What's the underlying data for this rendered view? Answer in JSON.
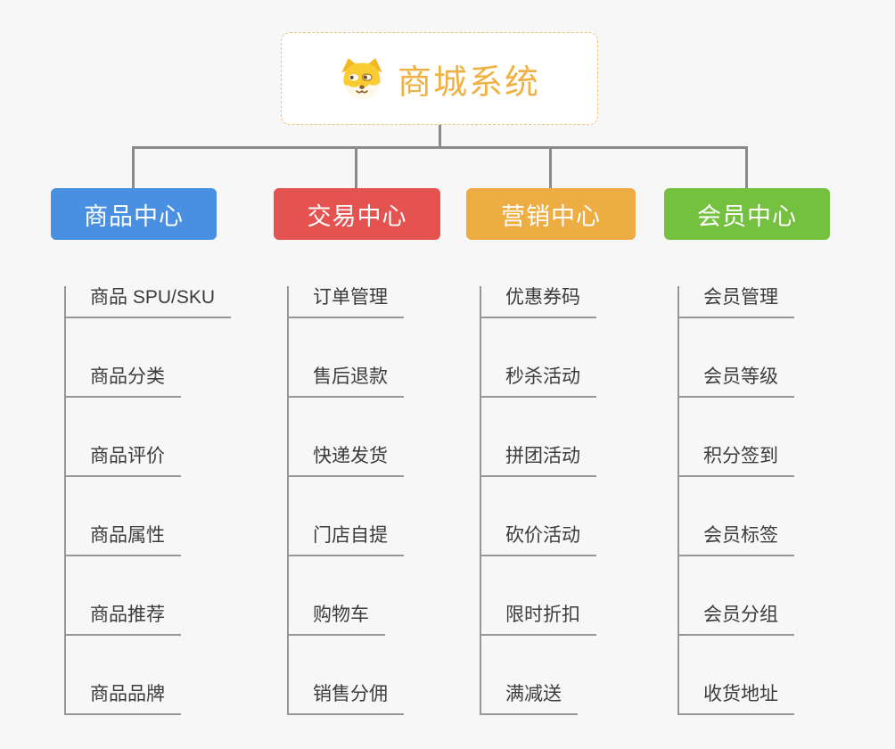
{
  "diagram": {
    "type": "mindmap-org-tree",
    "background_color": "#F7F7F7",
    "connector_color": "#8A8A8A",
    "child_line_color": "#979797"
  },
  "root": {
    "title": "商城系统",
    "icon": "shiba-dog-icon",
    "text_color": "#F0B143",
    "border_color": "#F2C07A"
  },
  "branches": [
    {
      "label": "商品中心",
      "color": "#4A90E2",
      "children": [
        "商品 SPU/SKU",
        "商品分类",
        "商品评价",
        "商品属性",
        "商品推荐",
        "商品品牌"
      ]
    },
    {
      "label": "交易中心",
      "color": "#E4534F",
      "children": [
        "订单管理",
        "售后退款",
        "快递发货",
        "门店自提",
        "购物车",
        "销售分佣"
      ]
    },
    {
      "label": "营销中心",
      "color": "#EDAD43",
      "children": [
        "优惠券码",
        "秒杀活动",
        "拼团活动",
        "砍价活动",
        "限时折扣",
        "满减送"
      ]
    },
    {
      "label": "会员中心",
      "color": "#74C13F",
      "children": [
        "会员管理",
        "会员等级",
        "积分签到",
        "会员标签",
        "会员分组",
        "收货地址"
      ]
    }
  ]
}
